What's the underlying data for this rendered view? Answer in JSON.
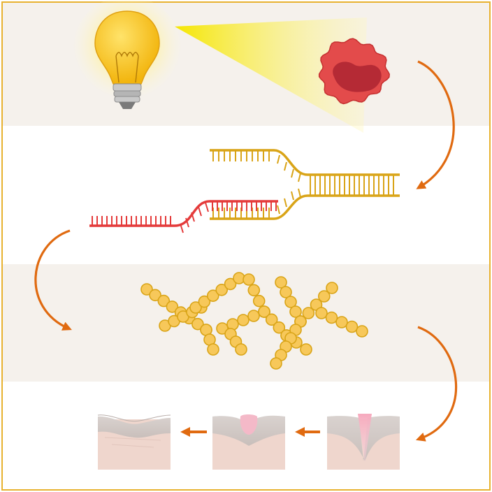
{
  "diagram": {
    "steps": [
      {
        "id": "light-stimulation",
        "label": ""
      },
      {
        "id": "cell-activation",
        "label": ""
      },
      {
        "id": "gene-expression",
        "label": ""
      },
      {
        "id": "protein-assembly",
        "label": ""
      },
      {
        "id": "tissue-repair",
        "label": ""
      }
    ],
    "icons": {
      "light": "light-bulb-icon",
      "light_beam": "light-beam",
      "cell": "immune-cell-icon",
      "dna": "dna-unwinding-icon",
      "rna": "rna-strand-icon",
      "polymer": "protein-chain-icon",
      "wound_deep": "deep-wound-skin-icon",
      "wound_healing": "healing-wound-skin-icon",
      "skin_healed": "healed-skin-icon"
    },
    "colors": {
      "frame": "#e8b230",
      "band": "#f5f1ec",
      "arrow": "#e06a10",
      "dna": "#d9a417",
      "rna": "#e43a3a",
      "bead_fill": "#f7c85a",
      "bead_stroke": "#d9a417",
      "bulb": "#f6c21c",
      "cell": "#e34b4b",
      "skin": "#efd6cd",
      "wound": "#f3b2c2"
    }
  }
}
